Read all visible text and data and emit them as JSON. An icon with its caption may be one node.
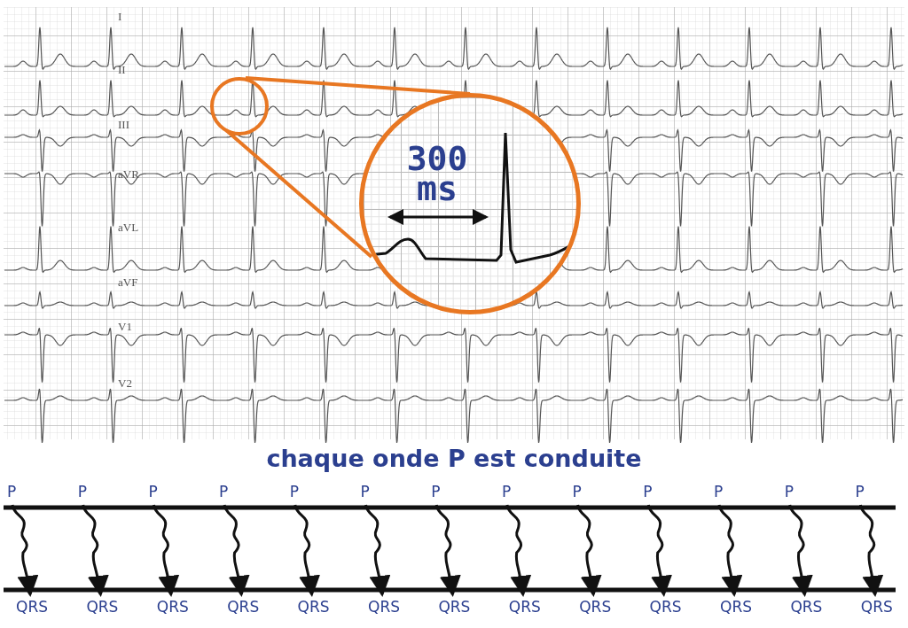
{
  "diagram": {
    "title": "chaque onde P est conduite",
    "nodes": [
      {
        "text": [],
        "shape": "circle"
      },
      {
        "text": [
          "300 ms"
        ]
      },
      {
        "text": [
          "P"
        ]
      },
      {
        "text": [
          "P"
        ]
      },
      {
        "text": [
          "P"
        ]
      },
      {
        "text": [
          "P"
        ]
      },
      {
        "text": [
          "P"
        ]
      },
      {
        "text": [
          "P"
        ]
      },
      {
        "text": [
          "P"
        ]
      },
      {
        "text": [
          "P"
        ]
      },
      {
        "text": [
          "P"
        ]
      },
      {
        "text": [
          "P"
        ]
      },
      {
        "text": [
          "P"
        ]
      },
      {
        "text": [
          "P"
        ]
      },
      {
        "text": [
          "P"
        ]
      },
      {
        "text": [
          "QRS"
        ]
      },
      {
        "text": [
          "QRS"
        ]
      },
      {
        "text": [
          "QRS"
        ]
      },
      {
        "text": [
          "QRS"
        ]
      },
      {
        "text": [
          "QRS"
        ]
      },
      {
        "text": [
          "QRS"
        ]
      },
      {
        "text": [
          "QRS"
        ]
      },
      {
        "text": [
          "QRS"
        ]
      },
      {
        "text": [
          "QRS"
        ]
      },
      {
        "text": [
          "QRS"
        ]
      },
      {
        "text": [
          "QRS"
        ]
      },
      {
        "text": [
          "QRS"
        ]
      },
      {
        "text": [
          "QRS"
        ]
      }
    ],
    "edges": [
      {
        "from": 0,
        "to": 1,
        "arrow": "none",
        "color": "#e87722"
      },
      {
        "from": 0,
        "to": 1,
        "arrow": "none",
        "color": "#e87722"
      },
      {
        "from": 2,
        "to": 15,
        "arrow": "to"
      },
      {
        "from": 3,
        "to": 16,
        "arrow": "to"
      },
      {
        "from": 4,
        "to": 17,
        "arrow": "to"
      },
      {
        "from": 5,
        "to": 18,
        "arrow": "to"
      },
      {
        "from": 6,
        "to": 19,
        "arrow": "to"
      },
      {
        "from": 7,
        "to": 20,
        "arrow": "to"
      },
      {
        "from": 8,
        "to": 21,
        "arrow": "to"
      },
      {
        "from": 9,
        "to": 22,
        "arrow": "to"
      },
      {
        "from": 10,
        "to": 23,
        "arrow": "to"
      },
      {
        "from": 11,
        "to": 24,
        "arrow": "to"
      },
      {
        "from": 12,
        "to": 25,
        "arrow": "to"
      },
      {
        "from": 13,
        "to": 26,
        "arrow": "to"
      },
      {
        "from": 14,
        "to": 27,
        "arrow": "to"
      }
    ],
    "labels": [
      "I",
      "II",
      "III",
      "aVR",
      "aVL",
      "aVF",
      "V1",
      "V2"
    ]
  }
}
